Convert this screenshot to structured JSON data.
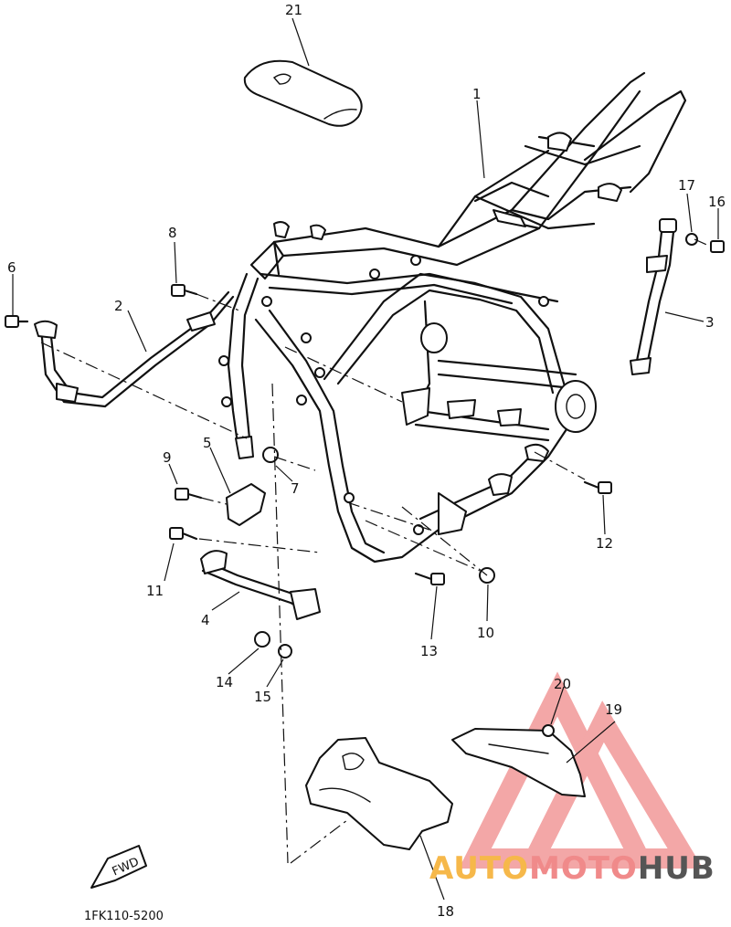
{
  "diagram": {
    "drawing_code": "1FK110-5200",
    "forward_arrow_label": "FWD",
    "part_labels": [
      "1",
      "2",
      "3",
      "4",
      "5",
      "6",
      "7",
      "8",
      "9",
      "10",
      "11",
      "12",
      "13",
      "14",
      "15",
      "16",
      "17",
      "18",
      "19",
      "20",
      "21"
    ]
  },
  "watermark": {
    "brand_part1": "AUTO",
    "brand_part2": "MOTO",
    "brand_part3": "HUB",
    "colors": {
      "primary": "#f08a8a",
      "accent": "#f6b84a",
      "dark": "#555555"
    }
  }
}
